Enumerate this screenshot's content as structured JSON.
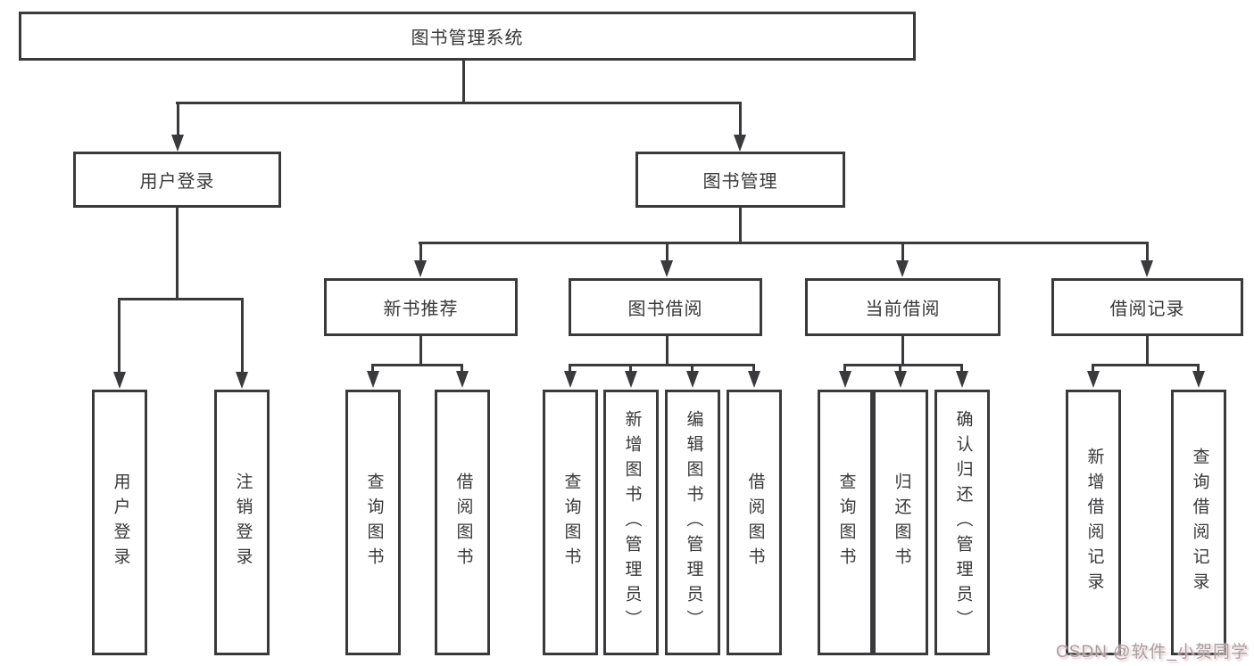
{
  "diagram_title": "图书管理系统",
  "hierarchy": {
    "label": "图书管理系统",
    "children": [
      {
        "label": "用户登录",
        "children": [
          {
            "label": "用户登录"
          },
          {
            "label": "注销登录"
          }
        ]
      },
      {
        "label": "图书管理",
        "children": [
          {
            "label": "新书推荐",
            "children": [
              {
                "label": "查询图书"
              },
              {
                "label": "借阅图书"
              }
            ]
          },
          {
            "label": "图书借阅",
            "children": [
              {
                "label": "查询图书"
              },
              {
                "label": "新增图书（管理员）"
              },
              {
                "label": "编辑图书（管理员）"
              },
              {
                "label": "借阅图书"
              }
            ]
          },
          {
            "label": "当前借阅",
            "children": [
              {
                "label": "查询图书"
              },
              {
                "label": "归还图书"
              },
              {
                "label": "确认归还（管理员）"
              }
            ]
          },
          {
            "label": "借阅记录",
            "children": [
              {
                "label": "新增借阅记录"
              },
              {
                "label": "查询借阅记录"
              }
            ]
          }
        ]
      }
    ]
  },
  "watermark": "CSDN @软件_小贺同学",
  "colors": {
    "line": "#3a3a3c",
    "box_fill": "#ffffff",
    "background": "#ffffff",
    "watermark_text": "#a3a0a0"
  }
}
